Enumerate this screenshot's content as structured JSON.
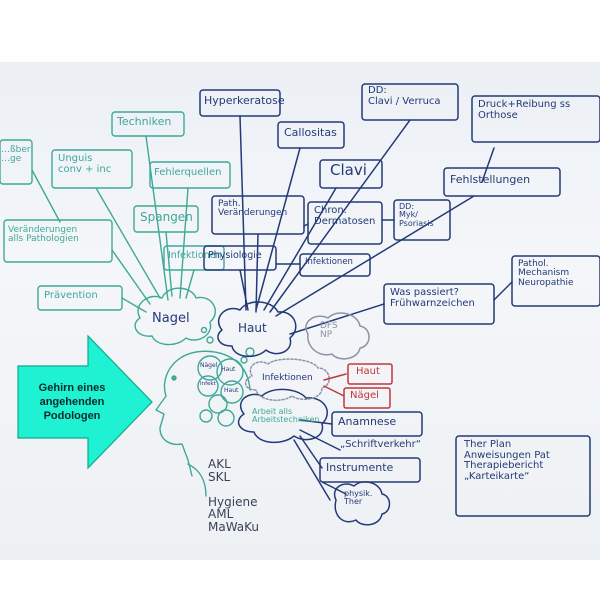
{
  "colors": {
    "teal": "#3fa899",
    "navy": "#233a78",
    "red": "#c1363c",
    "callout_fill": "#1ff2d2"
  },
  "callout": {
    "text": "Gehirn eines\nangehenden\nPodologen"
  },
  "teal_nodes": {
    "techniken": "Techniken",
    "unguis": "Unguis\nconv + inc",
    "fehlerquellen": "Fehlerquellen",
    "spangen": "Spangen",
    "veraenderungen": "Veränderungen\nalls Pathologien",
    "infektionen": "Infektionen",
    "praevention": "Prävention",
    "nagel": "Nagel",
    "left_edge": "…ßber\n…ge"
  },
  "navy_nodes": {
    "hyperkeratose": "Hyperkeratose",
    "dd_clavi": "DD:\nClavi / Verruca",
    "druck_reibung": "Druck+Reibung ss\nOrthose",
    "callositas": "Callositas",
    "clavi": "Clavi",
    "fehlstellungen": "Fehlstellungen",
    "path_veraenderungen": "Path.\nVeränderungen",
    "chron_dermatosen": "Chron.\nDermatosen",
    "dd_myk": "DD:\nMyk/\nPsoriasis",
    "physiologie": "Physiologie",
    "infektionen": "Infektionen",
    "path_mechanismen": "Pathol.\nMechanism\nNeuropathie",
    "was_passiert": "Was passiert?\nFrühwarnzeichen",
    "haut": "Haut",
    "dfs_np": "DFS\nNP",
    "infektionen_2": "Infektionen",
    "arbeit": "Arbeit alls\nArbeitstechniken",
    "anamnese": "Anamnese",
    "schrittverkehr": "„Schriftverkehr“",
    "instrumente": "Instrumente",
    "physik_ther": "physik.\nTher",
    "ther_plan": "Ther Plan\nAnweisungen Pat\nTherapiebericht\n„Karteikarte“",
    "list": "AKL\nSKL\n\nHygiene\nAML\nMaWaKu"
  },
  "red_nodes": {
    "haut": "Haut",
    "naegel": "Nägel"
  },
  "head_bubbles": {
    "b1": "Nägel",
    "b2": "Haut",
    "b3": "Infekt",
    "b4": "Haut"
  }
}
